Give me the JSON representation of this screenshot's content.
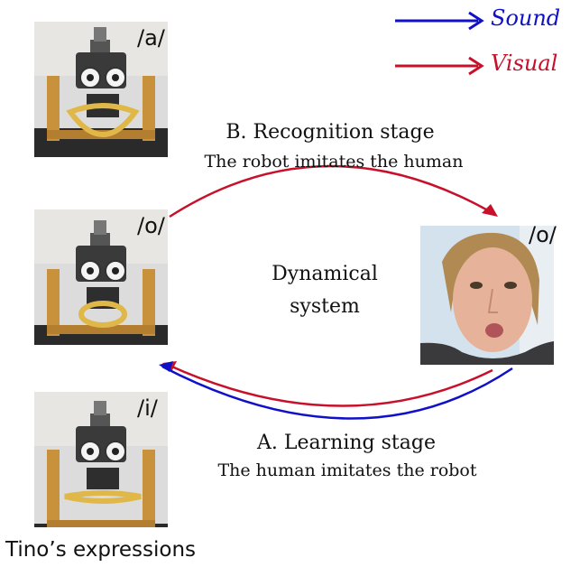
{
  "legend": {
    "sound": {
      "label": "Sound",
      "color": "#1010c8"
    },
    "visual": {
      "label": "Visual",
      "color": "#c8102a"
    }
  },
  "robots": [
    {
      "phoneme": "/a/",
      "mouth": "open"
    },
    {
      "phoneme": "/o/",
      "mouth": "round"
    },
    {
      "phoneme": "/i/",
      "mouth": "wide"
    }
  ],
  "human": {
    "phoneme": "/o/"
  },
  "stages": {
    "recognition": {
      "title": "B. Recognition stage",
      "subtitle": "The robot imitates the human"
    },
    "learning": {
      "title": "A. Learning stage",
      "subtitle": "The human imitates the robot"
    }
  },
  "center": {
    "line1": "Dynamical",
    "line2": "system"
  },
  "caption": "Tino’s expressions",
  "colors": {
    "sound": "#1010c8",
    "visual": "#c8102a",
    "wood": "#c8923c",
    "ribbon": "#e0b84a"
  }
}
